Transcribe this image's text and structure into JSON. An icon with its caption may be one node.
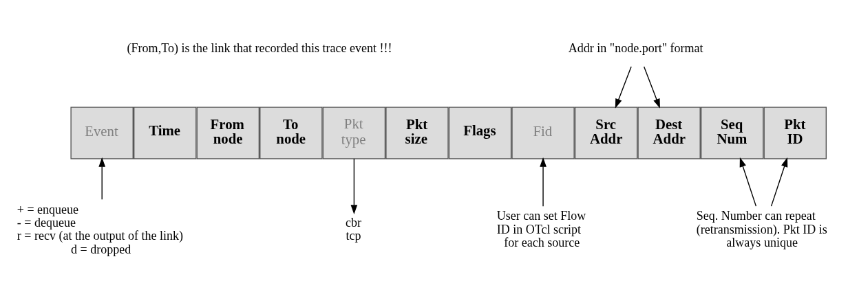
{
  "diagram": {
    "nodes": [
      {
        "text": [
          "Event"
        ]
      },
      {
        "text": [
          "Time"
        ]
      },
      {
        "text": [
          "From node"
        ]
      },
      {
        "text": [
          "To node"
        ]
      },
      {
        "text": [
          "Pkt type"
        ]
      },
      {
        "text": [
          "Pkt size"
        ]
      },
      {
        "text": [
          "Flags"
        ]
      },
      {
        "text": [
          "Fid"
        ]
      },
      {
        "text": [
          "Src Addr"
        ]
      },
      {
        "text": [
          "Dest Addr"
        ]
      },
      {
        "text": [
          "Seq Num"
        ]
      },
      {
        "text": [
          "Pkt ID"
        ]
      },
      {
        "text": [
          "Addr in \"node.port\" format"
        ]
      },
      {
        "text": [
          "+ = enqueue",
          "- = dequeue",
          "r = recv (at the output of the link)",
          "d = dropped"
        ]
      },
      {
        "text": [
          "cbr",
          "tcp"
        ]
      },
      {
        "text": [
          "User can set Flow ID in OTcl script for each source"
        ]
      },
      {
        "text": [
          "Seq. Number can repeat (retransmission). Pkt ID is always unique"
        ]
      }
    ],
    "edges": [
      {
        "from": 13,
        "to": 0,
        "arrow": "to"
      },
      {
        "from": 4,
        "to": 14,
        "arrow": "to"
      },
      {
        "from": 15,
        "to": 7,
        "arrow": "to"
      },
      {
        "from": 12,
        "to": 8,
        "arrow": "to"
      },
      {
        "from": 12,
        "to": 9,
        "arrow": "to"
      },
      {
        "from": 16,
        "to": 10,
        "arrow": "to"
      },
      {
        "from": 16,
        "to": 11,
        "arrow": "to"
      }
    ],
    "labels": [
      "(From,To) is the link that recorded this trace event !!!"
    ]
  }
}
